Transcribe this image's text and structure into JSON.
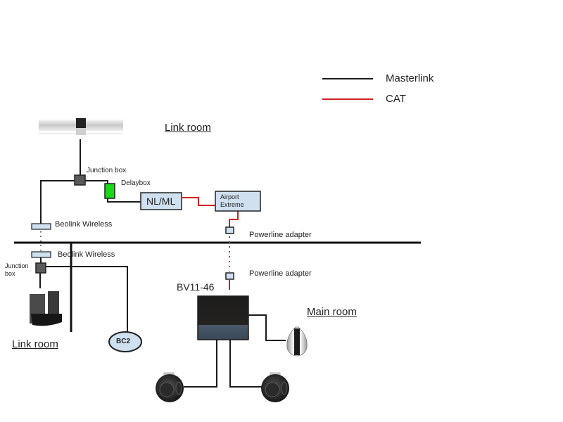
{
  "legend": {
    "items": [
      {
        "label": "Masterlink",
        "color": "#1a1a1a"
      },
      {
        "label": "CAT",
        "color": "#d42020"
      }
    ]
  },
  "rooms": {
    "link_room_top": "Link room",
    "link_room_bottom": "Link room",
    "main_room": "Main room"
  },
  "labels": {
    "junction_box_top": "Junction box",
    "delaybox": "Delaybox",
    "nl_ml": "NL/ML",
    "airport_extreme_line1": "Airport",
    "airport_extreme_line2": "Extreme",
    "beolink_wireless_top": "Beolink Wireless",
    "beolink_wireless_bottom": "Beolink Wireless",
    "junction_box_left_line1": "Junction",
    "junction_box_left_line2": "box",
    "powerline_adapter_top": "Powerline adapter",
    "powerline_adapter_bottom": "Powerline adapter",
    "bv11_46": "BV11-46",
    "bc2": "BC2"
  },
  "colors": {
    "masterlink": "#1a1a1a",
    "cat": "#d42020",
    "device_fill": "#cfe0f1",
    "delaybox_fill": "#19d919",
    "junction_fill": "#5a5a5a"
  }
}
